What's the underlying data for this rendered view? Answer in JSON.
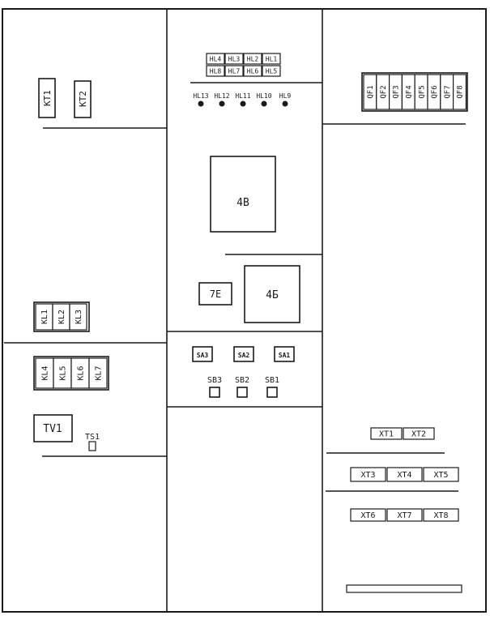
{
  "colors": {
    "ink": "#1a1a1a",
    "paper": "#ffffff"
  },
  "left_panel": {
    "timers": [
      "KT1",
      "KT2"
    ],
    "relays_row1": [
      "KL1",
      "KL2",
      "KL3"
    ],
    "relays_row2": [
      "KL4",
      "KL5",
      "KL6",
      "KL7"
    ],
    "transformer": "TV1",
    "sensor": "TS1"
  },
  "middle_panel": {
    "lamp_labels_row1": [
      "HL4",
      "HL3",
      "HL2",
      "HL1"
    ],
    "lamp_labels_row2": [
      "HL8",
      "HL7",
      "HL6",
      "HL5"
    ],
    "indicator_lamps": [
      "HL13",
      "HL12",
      "HL11",
      "HL10",
      "HL9"
    ],
    "device_large": "4B",
    "device_small": "7E",
    "device_medium": "4Б",
    "switches": [
      "SA3",
      "SA2",
      "SA1"
    ],
    "buttons": [
      "SB3",
      "SB2",
      "SB1"
    ]
  },
  "right_panel": {
    "breakers": [
      "QF1",
      "QF2",
      "QF3",
      "QF4",
      "QF5",
      "QF6",
      "QF7",
      "QF8"
    ],
    "terminals_row1": [
      "XT1",
      "XT2"
    ],
    "terminals_row2": [
      "XT3",
      "XT4",
      "XT5"
    ],
    "terminals_row3": [
      "XT6",
      "XT7",
      "XT8"
    ]
  }
}
